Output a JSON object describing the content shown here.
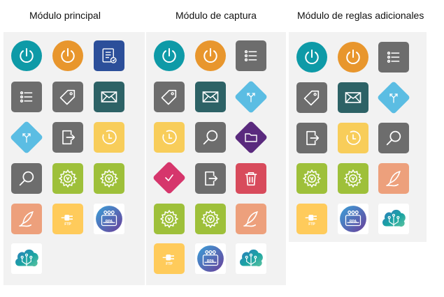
{
  "titles": {
    "principal": "Módulo principal",
    "captura": "Módulo de captura",
    "reglas": "Módulo de reglas adicionales"
  },
  "colors": {
    "teal": "#0e9aa7",
    "orange": "#e8962d",
    "navy": "#2c4f9a",
    "gray": "#6d6d6d",
    "darkteal": "#2d6266",
    "skyblue": "#5bbde3",
    "yellow": "#f8cd5a",
    "olive": "#9ec03a",
    "salmon": "#eda07c",
    "ftpyellow": "#ffcb5b",
    "purple": "#5a2a7e",
    "pink": "#d6366c",
    "red": "#d84b5c"
  },
  "icons": {
    "power": "power-icon",
    "form": "form-document-icon",
    "list": "list-icon",
    "tag": "tag-icon",
    "mail": "mail-icon",
    "fork": "fork-arrows-icon",
    "exit": "exit-document-icon",
    "clock": "clock-icon",
    "search": "search-icon",
    "gear": "gear-icon",
    "feather": "feather-pen-icon",
    "plug": "plug-icon",
    "rpa": "rpa-robot-icon",
    "cloud": "cloud-network-icon",
    "folder": "folder-icon",
    "check": "check-icon",
    "trash": "trash-icon"
  },
  "labels": {
    "ftp": "FTP",
    "rpa": "RPA"
  }
}
